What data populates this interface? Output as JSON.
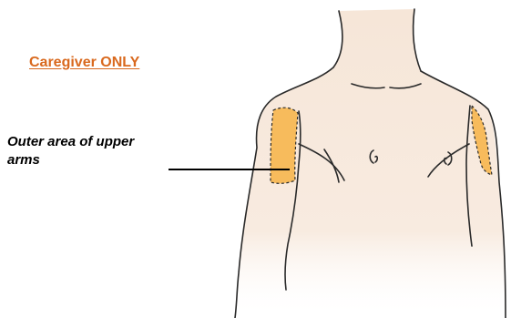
{
  "caption": {
    "title": "Caregiver ONLY",
    "label_line1": "Outer area of upper",
    "label_line2": "arms"
  },
  "colors": {
    "title": "#d9691e",
    "skin": "#f6e6d8",
    "injection_area": "#f7bb5c",
    "outline": "#2a2a2a"
  }
}
